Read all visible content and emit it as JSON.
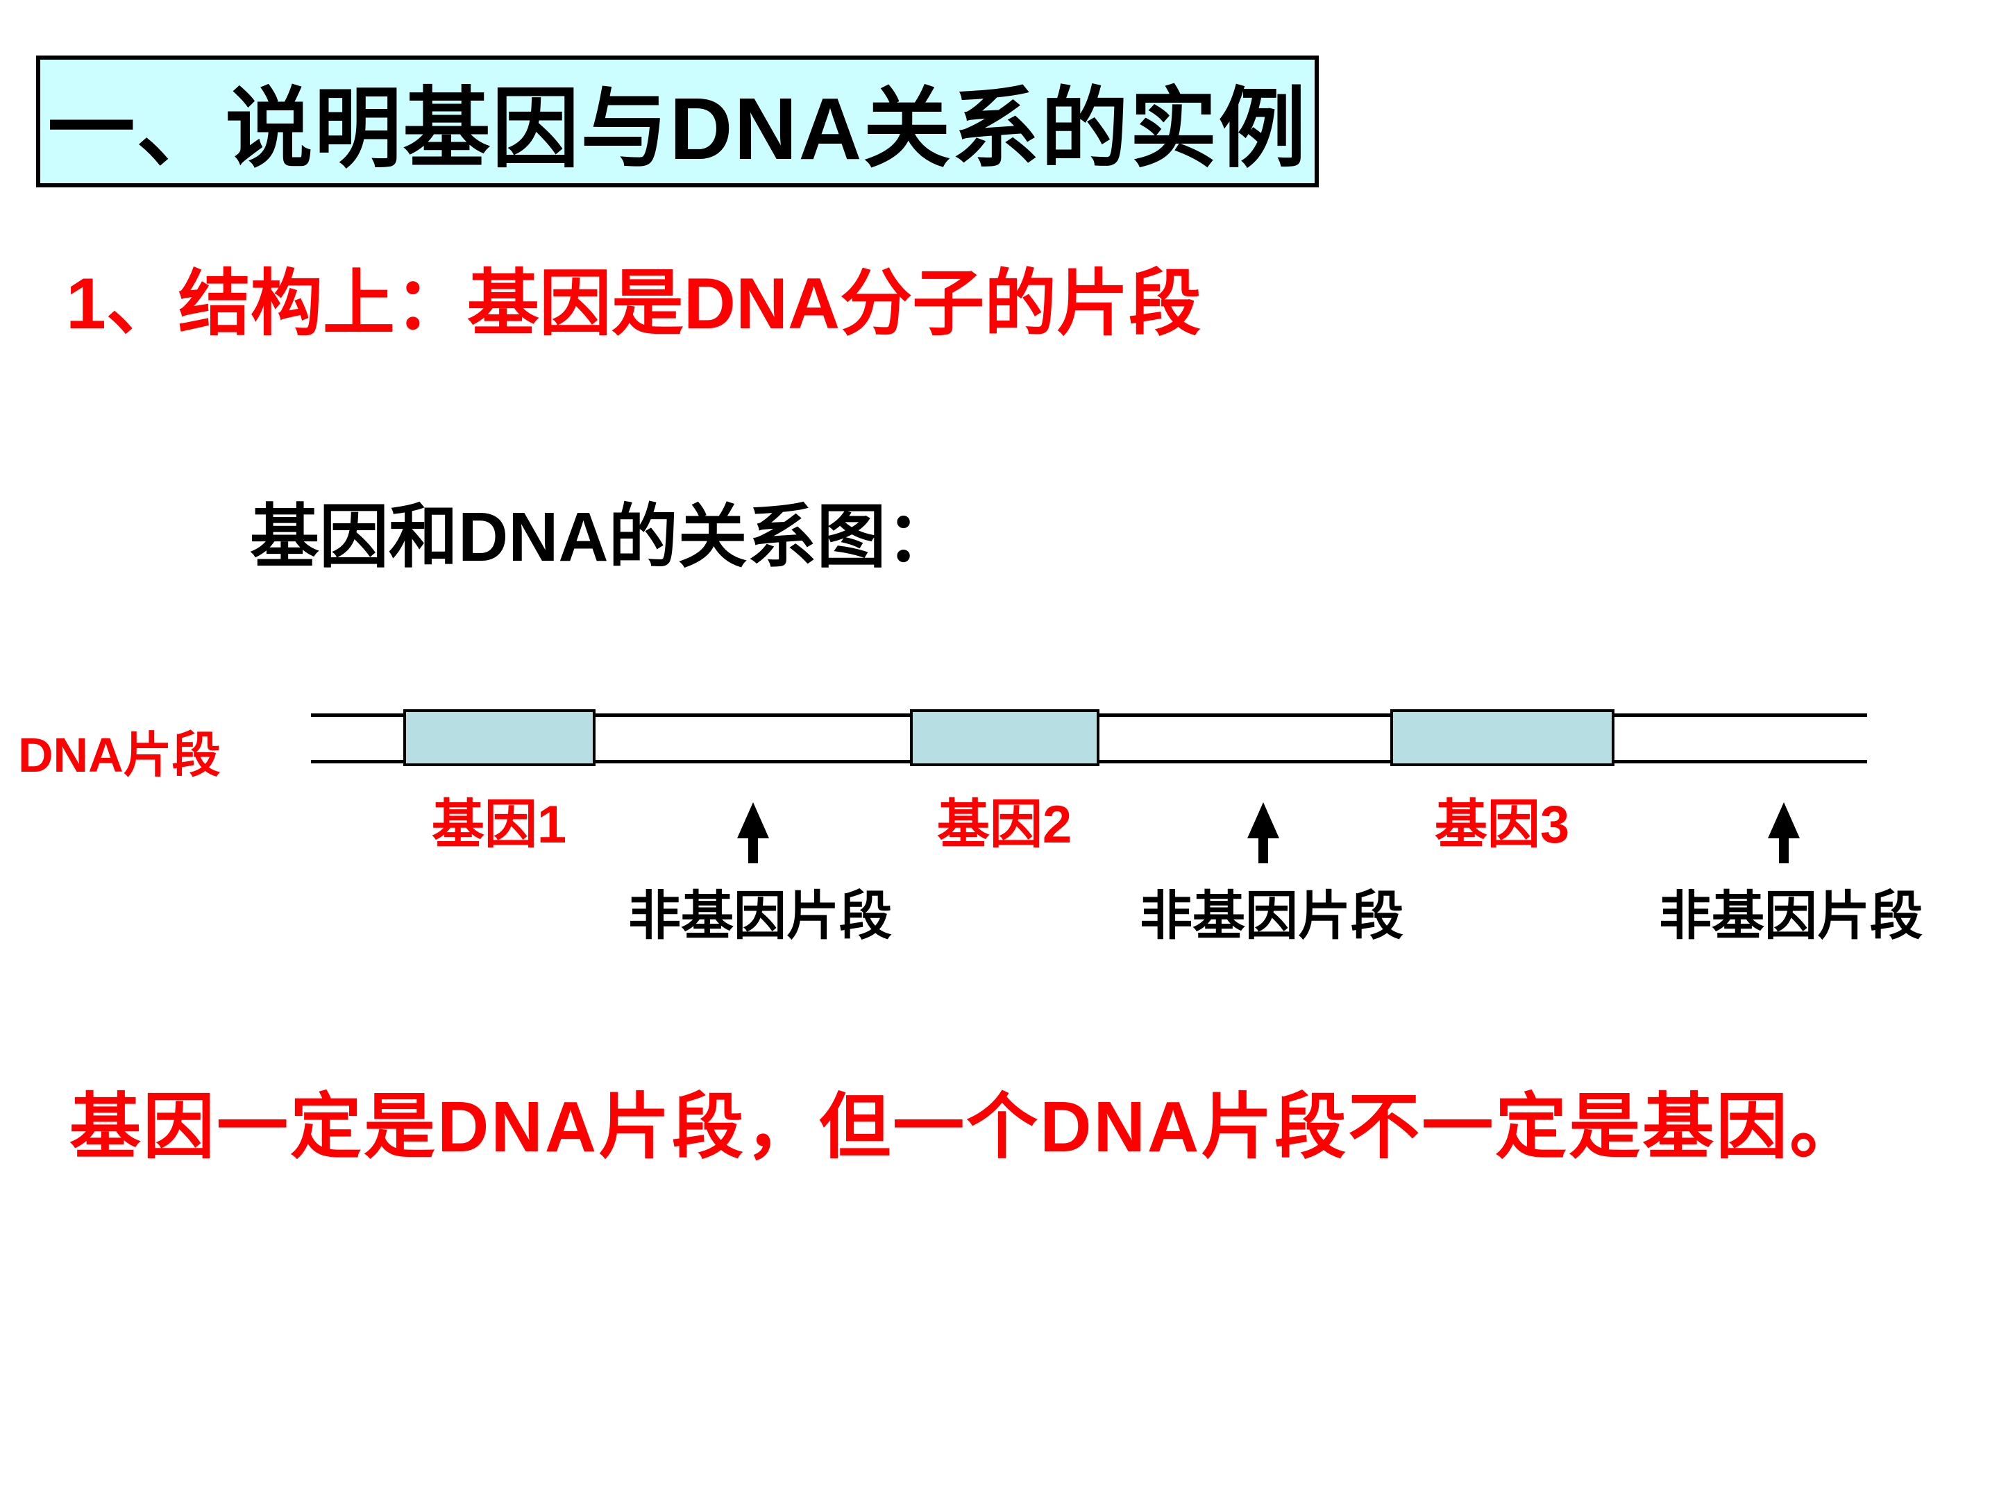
{
  "slide": {
    "title": "一、说明基因与DNA关系的实例",
    "subtitle": "1、结构上：基因是DNA分子的片段",
    "diagram_heading": "基因和DNA的关系图：",
    "conclusion": "基因一定是DNA片段，但一个DNA片段不一定是基因。"
  },
  "diagram": {
    "strand_label": "DNA片段",
    "genes": [
      {
        "label": "基因1"
      },
      {
        "label": "基因2"
      },
      {
        "label": "基因3"
      }
    ],
    "non_gene_labels": [
      "非基因片段",
      "非基因片段",
      "非基因片段"
    ],
    "colors": {
      "gene_fill": "#b7dee2",
      "title_background": "#ccfeff",
      "accent_red": "#ff0000",
      "line_black": "#000000"
    }
  }
}
